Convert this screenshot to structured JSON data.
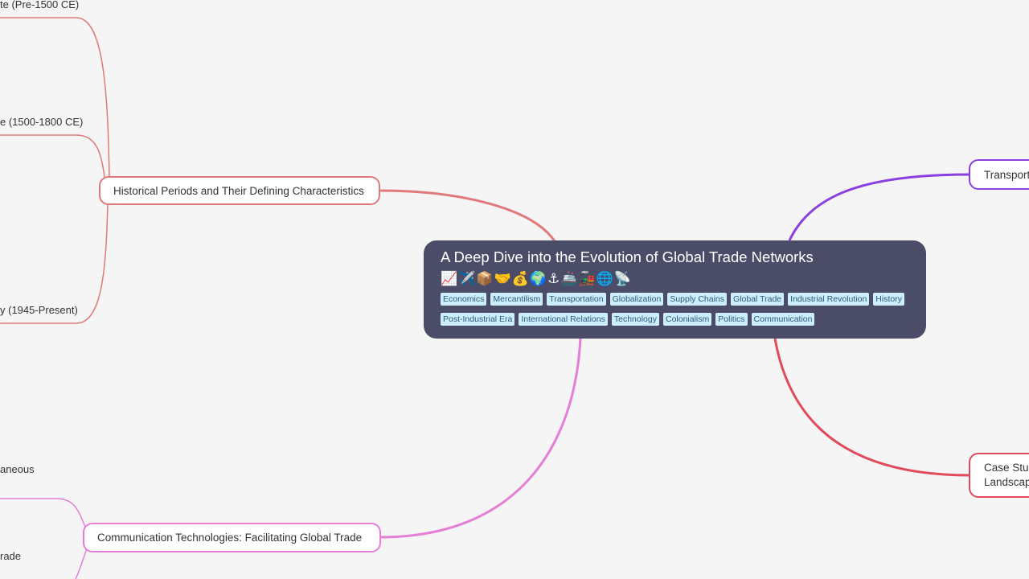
{
  "central": {
    "title": "A Deep Dive into the Evolution of Global Trade Networks",
    "emoji": "📈✈️📦🤝💰🌍⚓🚢🚂🌐📡",
    "tags_row1": [
      "Economics",
      "Mercantilism",
      "Transportation",
      "Globalization",
      "Supply Chains",
      "Global Trade",
      "Industrial Revolution",
      "History"
    ],
    "tags_row2": [
      "Post-Industrial Era",
      "International Relations",
      "Technology",
      "Colonialism",
      "Politics",
      "Communication"
    ]
  },
  "branches": {
    "historical": "Historical Periods and Their Defining Characteristics",
    "communication": "Communication Technologies: Facilitating Global Trade",
    "transport": "Transport",
    "case_line1": "Case Stuc",
    "case_line2": "Landscap"
  },
  "leaves": {
    "pre1500": "te (Pre-1500 CE)",
    "era1500": "e (1500-1800 CE)",
    "era1945": "y (1945-Present)",
    "misc": "aneous",
    "trade": "rade"
  },
  "colors": {
    "historical": "#e07a7a",
    "communication": "#e57fd6",
    "transport": "#8a3fe0",
    "case": "#e04a5a",
    "central_bg": "#4b4d68",
    "tag_bg": "#cdeefc"
  }
}
